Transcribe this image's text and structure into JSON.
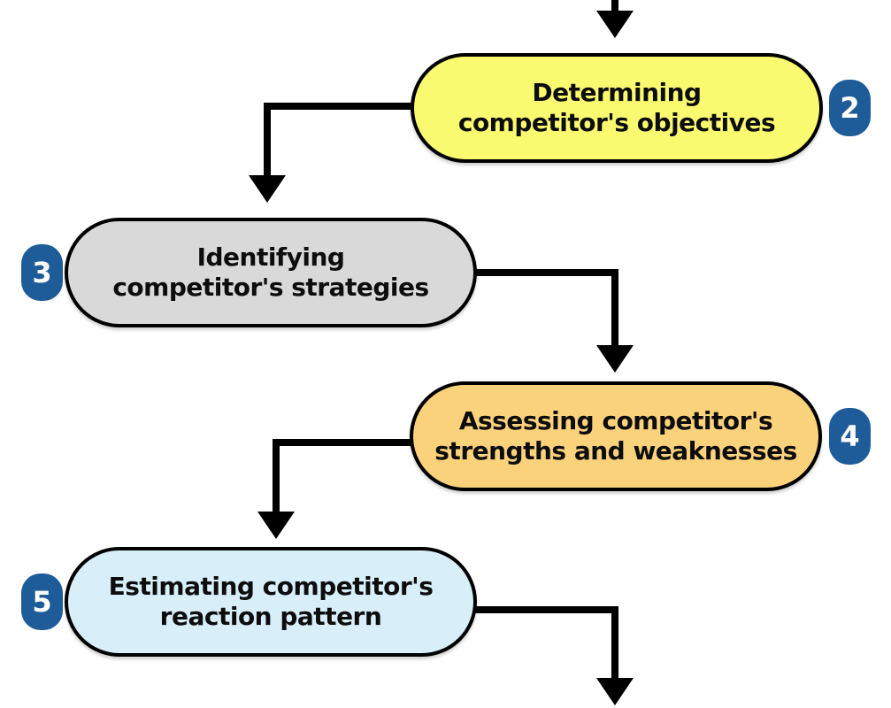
{
  "diagram": {
    "type": "flowchart",
    "background_color": "#FFFFFF",
    "connector_color": "#000000",
    "badge_color": "#1E5C99",
    "badge_text_color": "#FFFFFF",
    "text_color": "#0D0D0D",
    "steps": [
      {
        "number": "2",
        "label": "Determining competitor's objectives",
        "label_line1": "Determining",
        "label_line2": "competitor's objectives",
        "fill": "#FAFA70",
        "badge_side": "right"
      },
      {
        "number": "3",
        "label": "Identifying competitor's strategies",
        "label_line1": "Identifying",
        "label_line2": "competitor's strategies",
        "fill": "#D9D9D9",
        "badge_side": "left"
      },
      {
        "number": "4",
        "label": "Assessing competitor's strengths and weaknesses",
        "label_line1": "Assessing competitor's",
        "label_line2": "strengths and weaknesses",
        "fill": "#FBD27C",
        "badge_side": "right"
      },
      {
        "number": "5",
        "label": "Estimating competitor's reaction pattern",
        "label_line1": "Estimating competitor's",
        "label_line2": "reaction pattern",
        "fill": "#D8EEF9",
        "badge_side": "left"
      }
    ],
    "connectors": [
      {
        "name": "incoming-from-above",
        "shape": "straight-down"
      },
      {
        "name": "step-2-to-step-3",
        "shape": "left-then-down"
      },
      {
        "name": "step-3-to-step-4",
        "shape": "right-then-down"
      },
      {
        "name": "step-4-to-step-5",
        "shape": "left-then-down"
      },
      {
        "name": "outgoing-below",
        "shape": "right-then-down"
      }
    ]
  }
}
